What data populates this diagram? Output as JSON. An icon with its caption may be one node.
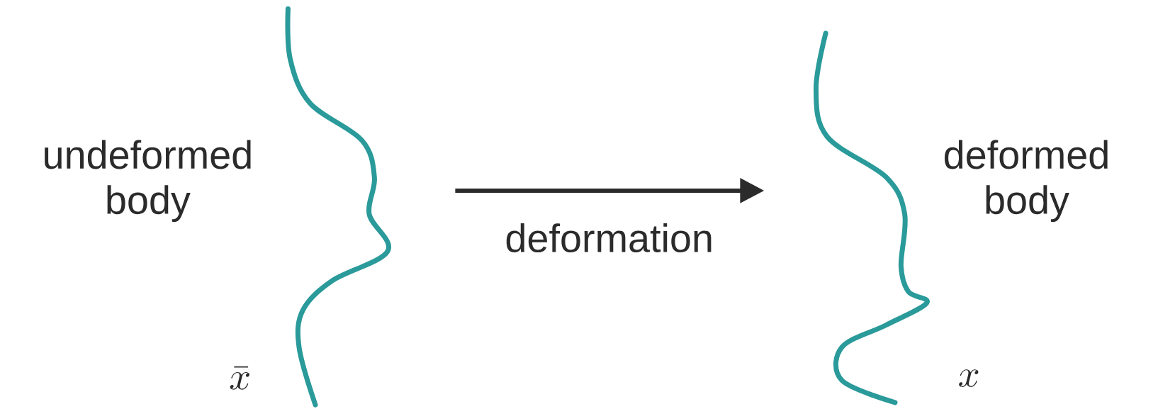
{
  "diagram": {
    "nodes": [
      {
        "text": [],
        "shape": "curve",
        "beside": [
          "undeformed body"
        ]
      },
      {
        "text": [],
        "shape": "curve",
        "beside": [
          "deformed body"
        ]
      }
    ],
    "edges": [
      {
        "from": 0,
        "to": 1,
        "arrow": "to",
        "label": "deformation"
      }
    ],
    "labels": [
      "\\bar{x}",
      "x"
    ]
  }
}
